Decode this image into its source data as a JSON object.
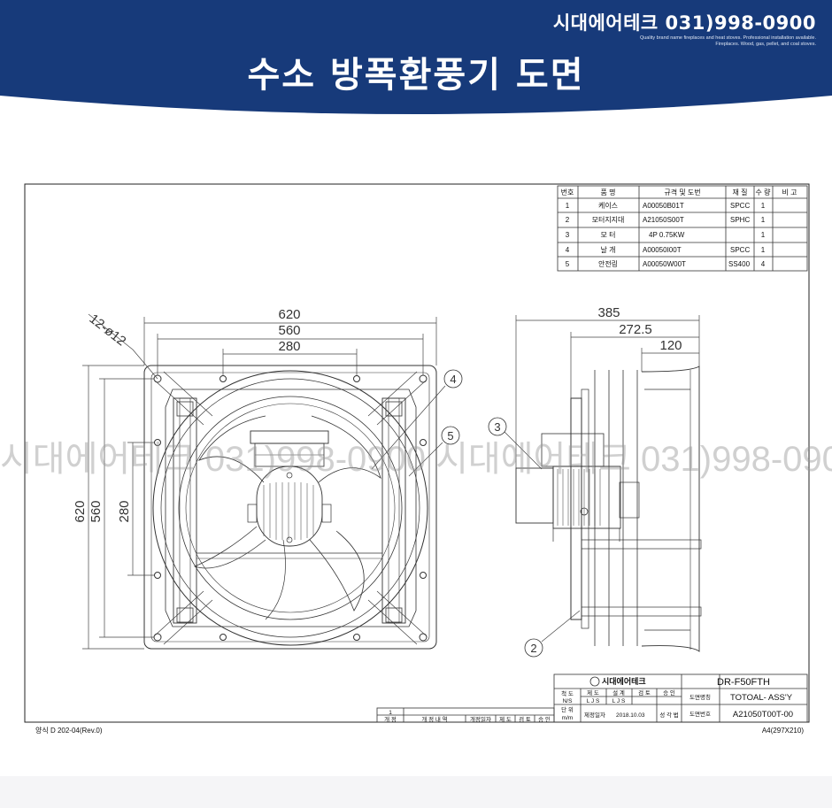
{
  "header": {
    "company": "시대에어테크 031)998-0900",
    "tagline_lines": [
      "Quality brand name fireplaces and heat stoves. Professional installation available.",
      "Fireplaces. Wood, gas, pellet, and coal stoves."
    ],
    "title": "수소 방폭환풍기 도면",
    "banner_color": "#173a7a"
  },
  "watermark": "시대에어테크 031)998-0900 시대에어테크 031)998-0900",
  "parts_table": {
    "headers": [
      "번호",
      "품    명",
      "규격 및 도번",
      "재 질",
      "수 량",
      "비 고"
    ],
    "rows": [
      [
        "1",
        "케이스",
        "A00050B01T",
        "SPCC",
        "1",
        ""
      ],
      [
        "2",
        "모터지지대",
        "A21050S00T",
        "SPHC",
        "1",
        ""
      ],
      [
        "3",
        "모    터",
        "4P 0.75KW",
        "",
        "1",
        ""
      ],
      [
        "4",
        "날    개",
        "A00050I00T",
        "SPCC",
        "1",
        ""
      ],
      [
        "5",
        "안전링",
        "A00050W00T",
        "SS400",
        "4",
        ""
      ]
    ]
  },
  "front_view": {
    "dims_horizontal": [
      "620",
      "560",
      "280"
    ],
    "dims_vertical": [
      "620",
      "560",
      "280"
    ],
    "hole_note": "12-ø12",
    "callouts": [
      "4",
      "5"
    ]
  },
  "side_view": {
    "dims": [
      "385",
      "272.5",
      "120"
    ],
    "callouts": [
      "3",
      "2"
    ]
  },
  "title_block": {
    "logo": "시대에어테크",
    "model": "DR-F50FTH",
    "scale_label": "척 도",
    "scale_value": "N/S",
    "unit_label": "단 위",
    "unit_value": "m/m",
    "role_headers": [
      "제 도",
      "설 계",
      "검 토",
      "승 인"
    ],
    "drafter": "L J S",
    "designer": "L J S",
    "date_label": "제정일자",
    "date_value": "2018.10.03",
    "date_suffix": "성 각 법",
    "drawing_name_label": "도면명칭",
    "drawing_name": "TOTOAL- ASS'Y",
    "drawing_no_label": "도면번호",
    "drawing_no": "A21050T00T-00"
  },
  "revision_block": {
    "rev_no": "1",
    "headers": [
      "개 정",
      "개 정 내 역",
      "개정일자",
      "제 도",
      "검 토",
      "승 인"
    ]
  },
  "form_code": "양식 D 202-04(Rev.0)",
  "paper_size": "A4(297X210)"
}
